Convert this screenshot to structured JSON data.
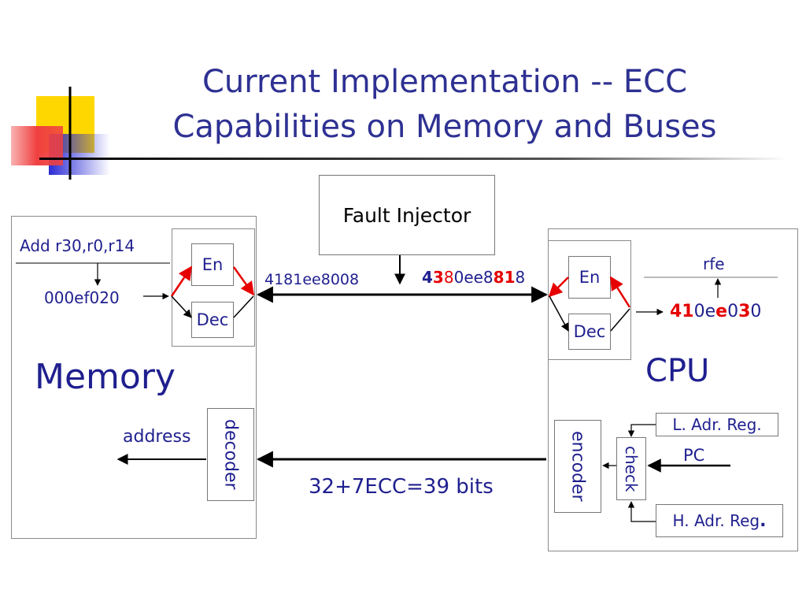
{
  "slide": {
    "title_line1": "Current Implementation -- ECC",
    "title_line2": "Capabilities on Memory and Buses"
  },
  "fault_injector": {
    "label": "Fault Injector"
  },
  "memory": {
    "label": "Memory",
    "instruction": "Add r30,r0,r14",
    "encoded_value": "000ef020",
    "en_label": "En",
    "dec_label": "Dec",
    "address_label": "address",
    "decoder_label": "decoder"
  },
  "bus": {
    "word_from_memory": "4181ee8008",
    "injected_word": {
      "p1": "4",
      "p2": "3",
      "p3": "8",
      "p4": "0",
      "p5": "ee8",
      "p6": "81",
      "p7": "8"
    },
    "address_width": "32+7ECC=39 bits"
  },
  "cpu": {
    "label": "CPU",
    "en_label": "En",
    "dec_label": "Dec",
    "rfe_label": "rfe",
    "decoded_word": {
      "p1": "41",
      "p2": "0e",
      "p3": "e",
      "p4": "0",
      "p5": "3",
      "p6": "0"
    },
    "encoder_label": "encoder",
    "check_label": "check",
    "pc_label": "PC",
    "low_addr_reg": "L. Adr. Reg.",
    "high_addr_reg": "H. Adr. Reg"
  },
  "colors": {
    "title": "#2E3192",
    "text_navy": "#1f1f8f",
    "error_red": "#e60000",
    "deco_yellow": "#FFD700",
    "deco_blue": "#2B2BD6",
    "deco_red": "#F04040"
  }
}
